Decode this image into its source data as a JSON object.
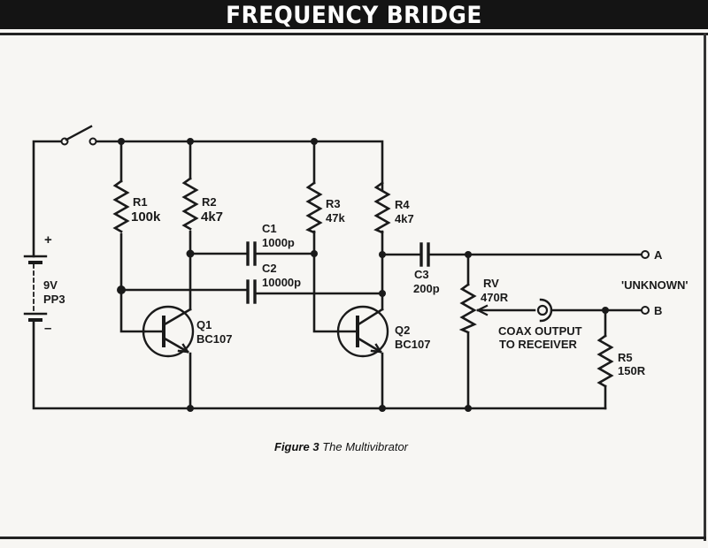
{
  "header": {
    "title": "FREQUENCY BRIDGE"
  },
  "figure": {
    "number_label": "Figure 3",
    "caption": "The Multivibrator"
  },
  "battery": {
    "voltage": "9V",
    "type": "PP3",
    "plus": "+",
    "minus": "–"
  },
  "components": {
    "R1": {
      "name": "R1",
      "value": "100k"
    },
    "R2": {
      "name": "R2",
      "value": "4k7"
    },
    "R3": {
      "name": "R3",
      "value": "47k"
    },
    "R4": {
      "name": "R4",
      "value": "4k7"
    },
    "R5": {
      "name": "R5",
      "value": "150R"
    },
    "RV": {
      "name": "RV",
      "value": "470R"
    },
    "C1": {
      "name": "C1",
      "value": "1000p"
    },
    "C2": {
      "name": "C2",
      "value": "10000p"
    },
    "C3": {
      "name": "C3",
      "value": "200p"
    },
    "Q1": {
      "name": "Q1",
      "value": "BC107"
    },
    "Q2": {
      "name": "Q2",
      "value": "BC107"
    }
  },
  "terminals": {
    "a": "A",
    "b": "B",
    "unknown": "'UNKNOWN'"
  },
  "output": {
    "line1": "COAX OUTPUT",
    "line2": "TO RECEIVER"
  },
  "colors": {
    "ink": "#1a1a1a",
    "paper": "#f7f6f3",
    "title_bg": "#141414",
    "title_fg": "#ffffff"
  }
}
